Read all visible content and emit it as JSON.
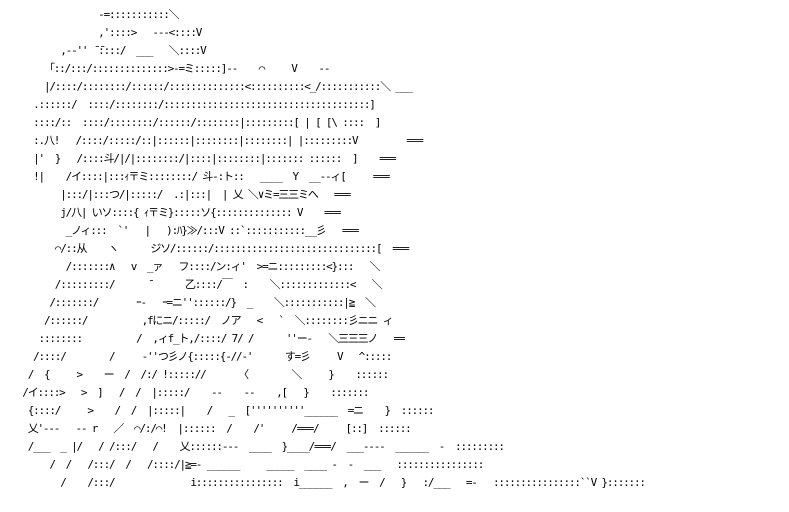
{
  "colors": {
    "background": "#ffffff",
    "ink": "#000000"
  },
  "art": {
    "lines": [
      "                 -=:::::::::::＼",
      "                 ,'::::>   ---<::::V",
      "          ,-‐'' ̄ ̄::::/  ___   ＼::::V",
      "       「::/:::/::::::::::::::>-=ミ:::::]‐-    ⌒     V    -‐",
      "       |/::::/::::::::/::::::/::::::::::::::<::::::::::<_/:::::::::::＼ ___",
      "     .::::::/  ::::/::::::::/::::::::::::::::::::::::::::::::::::::]  ",
      "     ::::/::  ::::/::::::::/::::::/::::::::|:::::::::[ | [ [\\ ::::  ]",
      "     :.八!   /::::/:::::/::|::::::|::::::::|::::::::| |:::::::::V         ===",
      "     |'  }   /::::斗/|/|::::::::/|::::|::::::::|::::::: ::::::  ]    ===",
      "     !|    /イ::::|:::ｨ〒ミ::::::::/ 斗-:ト::   ____  Y  __-‐ィ[     ===",
      "          |:::/|:::つ/|:::::/  .:|:::|  | 乂 ＼∨ミ=三三ミヘ   ===",
      "          j/八| いソ::::{ ｨ〒ミ}:::::ソ{:::::::::::::: V    ===",
      "           _ノィ:::  `'   |   ):ﾊ}≫/:::V ::`:::::::::::__彡   ===",
      "         ⌒/::从    ヽ      ジソ/::::::/::::::::::::::::::::::::::::::[  ===",
      "           /:::::::∧   v  _ァ   フ::::/ン:ィ'  >=ニ:::::::::<}:::   ＼",
      "         /:::::::::/      ̄       乙::::/￣  :    ＼:::::::::::::<   ＼",
      "        /:::::::/       ｰ‐   ｰ=ニ''::::::/}  _    ＼:::::::::::|≧  ＼",
      "       /::::::/          ,fにニ/:::::/  ノア   <   `  ＼::::::::彡ニニ ィ",
      "      ::::::::          /  ,ィf_ト,/::::/ 7/ /      ''ー‐   ＼三三三ノ   ==",
      "     /::::/        /     ‐''つ彡ノ{:::::{‐//‐'      す=彡     V   ^:::::",
      "    /  {     >    ー  /  /:/ !::::://      〈        ＼     }    ::::::",
      "   /イ::::>   >  ]   /  /  |:::::/    -‐    ‐‐    ,[   }    :::::::",
      "    {::::/     >    /  /  |:::::|    /   _  [''''''''''______  =ニ    }  ::::::",
      "    乂'---   -- r   ／  ⌒/:/⌒!  |::::::  /    /'     /===/     [::]  ::::::",
      "    /___  _ |/   / /:::/   /    乂::::::‐-‐  ____  }____/===/  ___----  ______  -  :::::::::",
      "        /  /   /:::/  /   /::::/|≧=‐ ______     _____  ____ -  -  ___   ::::::::::::::::",
      "          /    /:::/              i::::::::::::::::  i______  ,  ー  /   }   :/___   =-   ::::::::::::::::``V }:::::::"
    ]
  }
}
